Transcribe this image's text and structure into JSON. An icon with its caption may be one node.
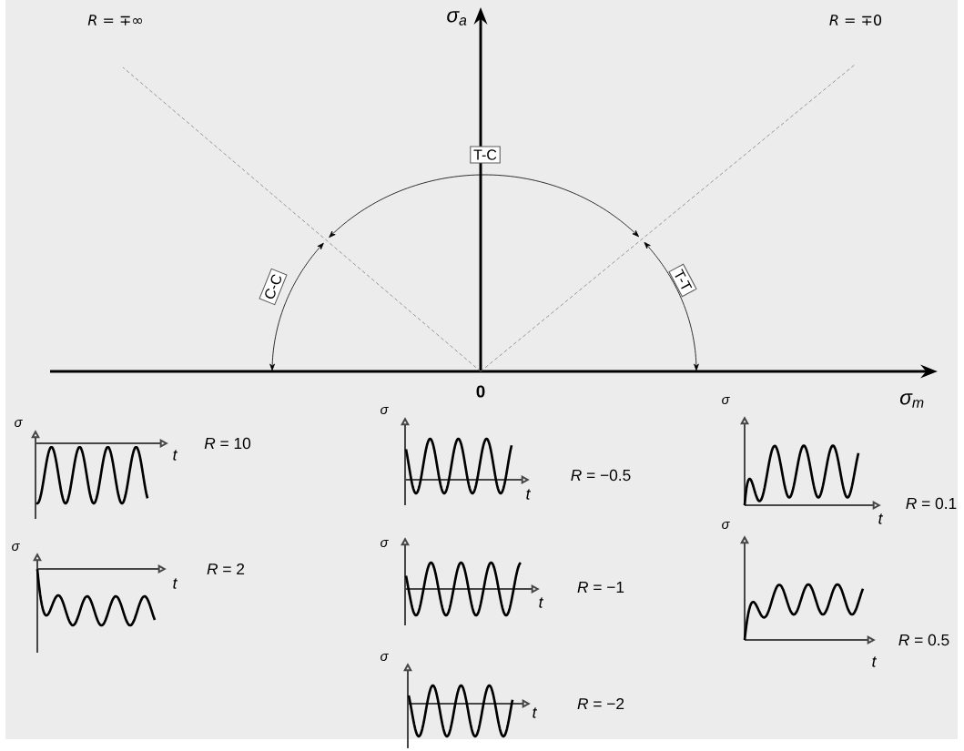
{
  "diagram": {
    "nodes": [
      {
        "text": [
          "T-C"
        ]
      },
      {
        "text": [
          "C-C"
        ]
      },
      {
        "text": [
          "T-T"
        ]
      }
    ],
    "labels": [
      "*R* = ∓∞",
      "σ$_{a}$",
      "*R* = ∓0",
      "0",
      "σ$_{m}$",
      "σ",
      "t",
      "*R* = 10",
      "σ",
      "t",
      "*R* = −0.5",
      "σ",
      "t",
      "*R* = 0.1",
      "σ",
      "t",
      "*R* = 2",
      "σ",
      "t",
      "*R* = −1",
      "σ",
      "t",
      "*R* = 0.5",
      "σ",
      "t",
      "*R* = −2"
    ]
  }
}
